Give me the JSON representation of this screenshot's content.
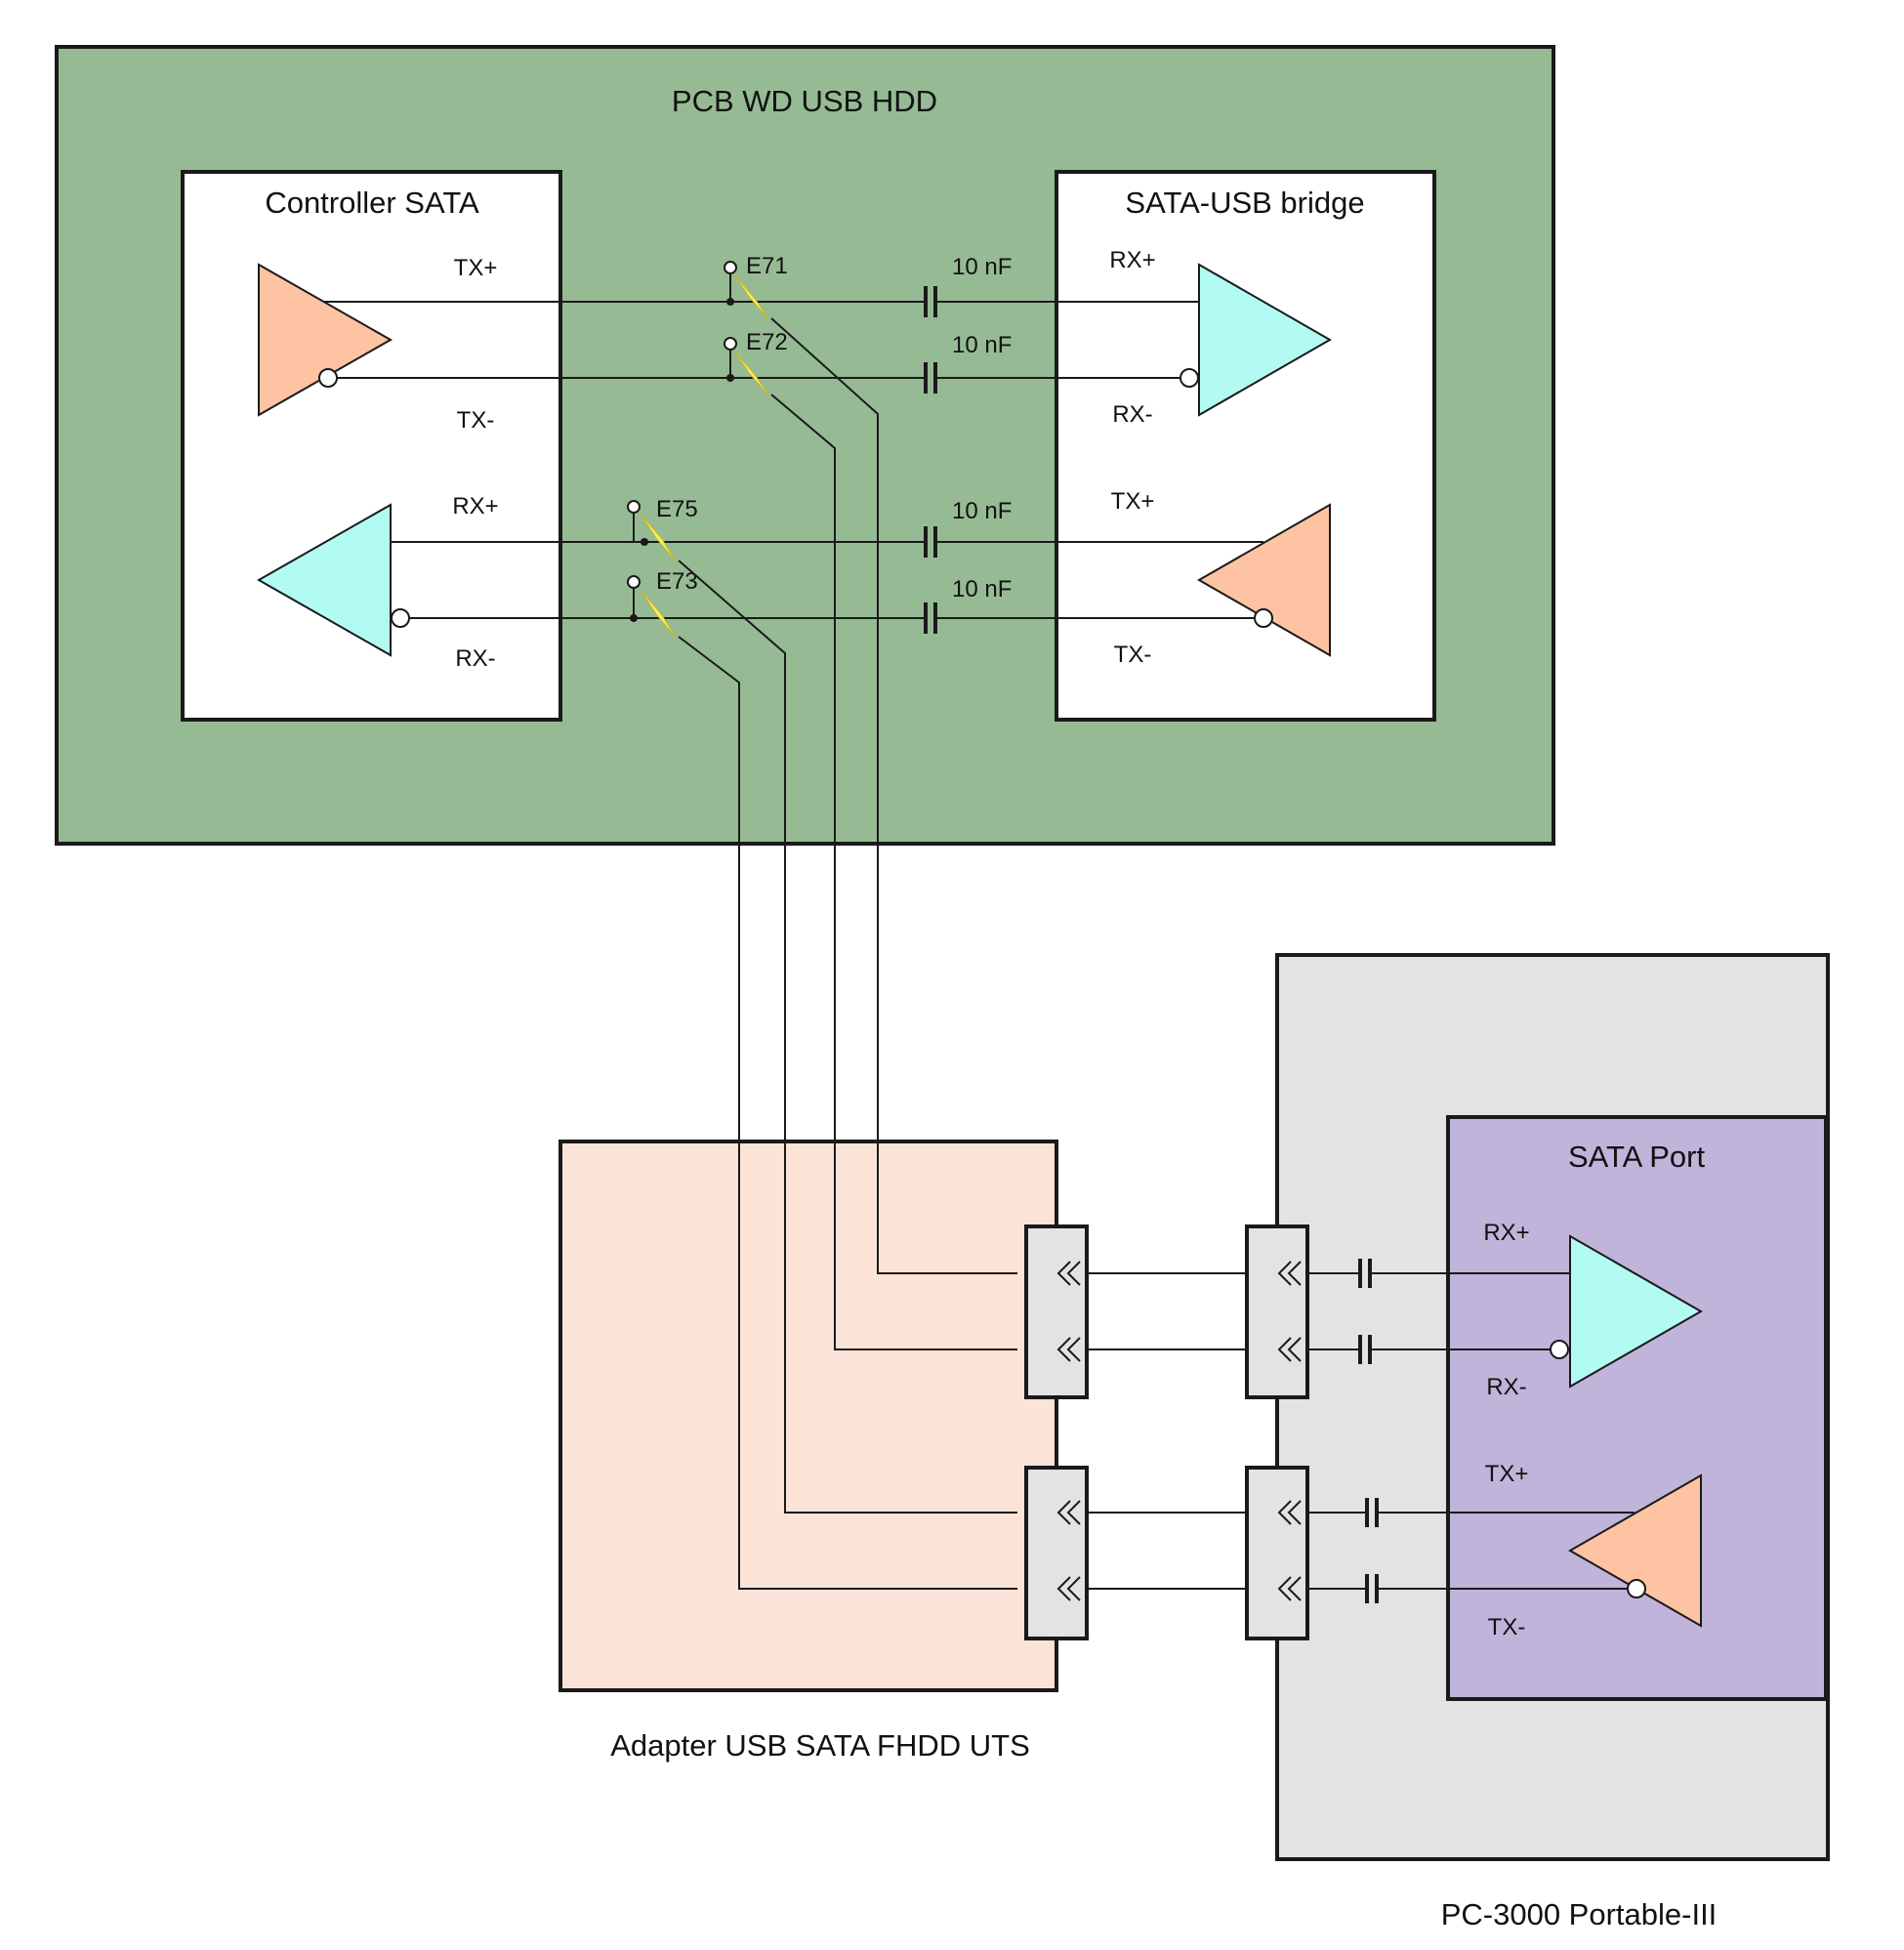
{
  "colors": {
    "pcb_fill": "#96bb94",
    "adapter_fill": "#fce3d8",
    "pc3000_fill": "#e3e3e3",
    "sata_port_fill": "#c0b4da",
    "driver_fill": "#fdc3a2",
    "receiver_fill": "#b1fbf3",
    "jumper_fill": "#f6ef6c",
    "connector_fill": "#e3e3e3"
  },
  "blocks": {
    "pcb": {
      "title": "PCB WD USB HDD"
    },
    "controller": {
      "title": "Controller SATA",
      "tx_plus": "TX+",
      "tx_minus": "TX-",
      "rx_plus": "RX+",
      "rx_minus": "RX-"
    },
    "bridge": {
      "title": "SATA-USB bridge",
      "rx_plus": "RX+",
      "rx_minus": "RX-",
      "tx_plus": "TX+",
      "tx_minus": "TX-"
    },
    "adapter": {
      "title": "Adapter USB SATA FHDD UTS"
    },
    "pc3000": {
      "title": "PC-3000 Portable-III"
    },
    "sata_port": {
      "title": "SATA Port",
      "rx_plus": "RX+",
      "rx_minus": "RX-",
      "tx_plus": "TX+",
      "tx_minus": "TX-"
    }
  },
  "pads": [
    "E71",
    "E72",
    "E75",
    "E73"
  ],
  "capacitors": [
    "10 nF",
    "10 nF",
    "10 nF",
    "10 nF"
  ],
  "icons": {
    "driver": "driver-triangle-icon",
    "receiver": "receiver-triangle-icon",
    "connector": "connector-chevron-icon",
    "capacitor": "capacitor-icon",
    "jumper": "jumper-wire-icon"
  }
}
